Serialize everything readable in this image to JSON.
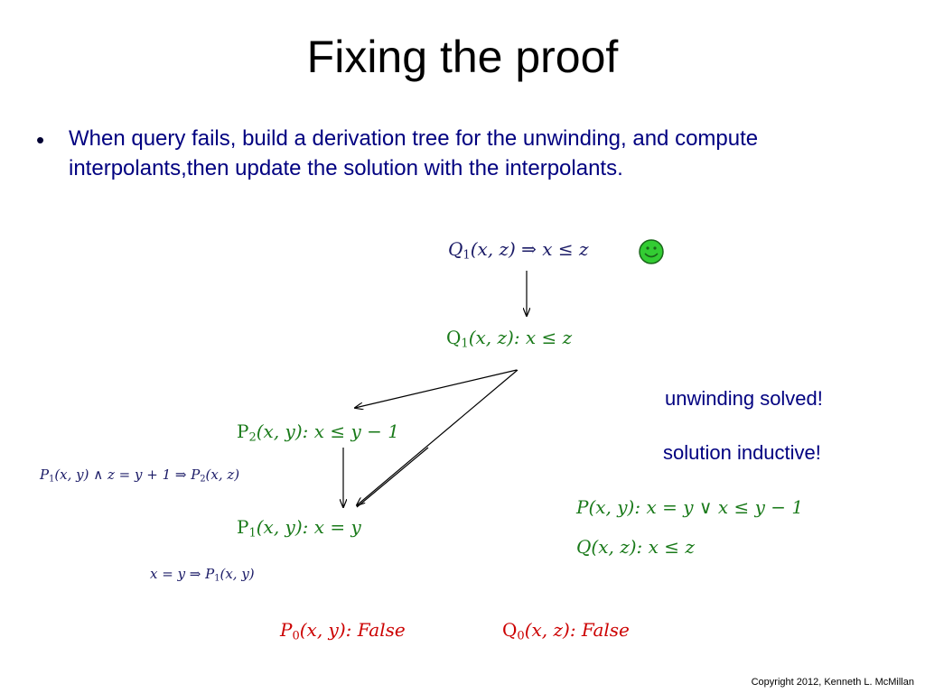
{
  "slide": {
    "title": "Fixing the proof",
    "bullet": "When query fails, build a derivation tree for the unwinding, and compute interpolants,then update the solution with the interpolants."
  },
  "query": {
    "pred": "Q",
    "sub": "1",
    "rest": "(x, z) ⇒ x ≤ z"
  },
  "smiley_icon": "smiley-face-icon",
  "tree": {
    "root": {
      "pred": "Q",
      "sub": "1",
      "rest": "(x, z): x ≤ z"
    },
    "p2": {
      "pred": "P",
      "sub": "2",
      "rest": "(x, y): x ≤ y − 1"
    },
    "p1": {
      "pred": "P",
      "sub": "1",
      "rest": "(x, y): x = y"
    }
  },
  "clauses": {
    "c1_pre": "P",
    "c1_sub": "1",
    "c1_mid": "(x, y) ∧ z = y + 1 ⇒   P",
    "c1_sub2": "2",
    "c1_post": "(x, z)",
    "c2_pre": "x = y ⇒   P",
    "c2_sub": "1",
    "c2_post": "(x, y)"
  },
  "bottom": {
    "p0_pred": "P",
    "p0_sub": "0",
    "p0_rest": "(x, y): False",
    "q0_pred": "Q",
    "q0_sub": "0",
    "q0_rest": "(x, z): False"
  },
  "notes": {
    "solved": "unwinding solved!",
    "inductive": "solution inductive!"
  },
  "solution": {
    "p_line": "P(x, y):   x = y ∨ x ≤ y − 1",
    "q_line": "Q(x, z):   x ≤ z"
  },
  "footer": {
    "copyright": "Copyright 2012, Kenneth L. McMillan"
  },
  "colors": {
    "title": "#000000",
    "bullet": "#000080",
    "green": "#1a7a1a",
    "red": "#cc0000",
    "smiley": "#33cc33"
  }
}
